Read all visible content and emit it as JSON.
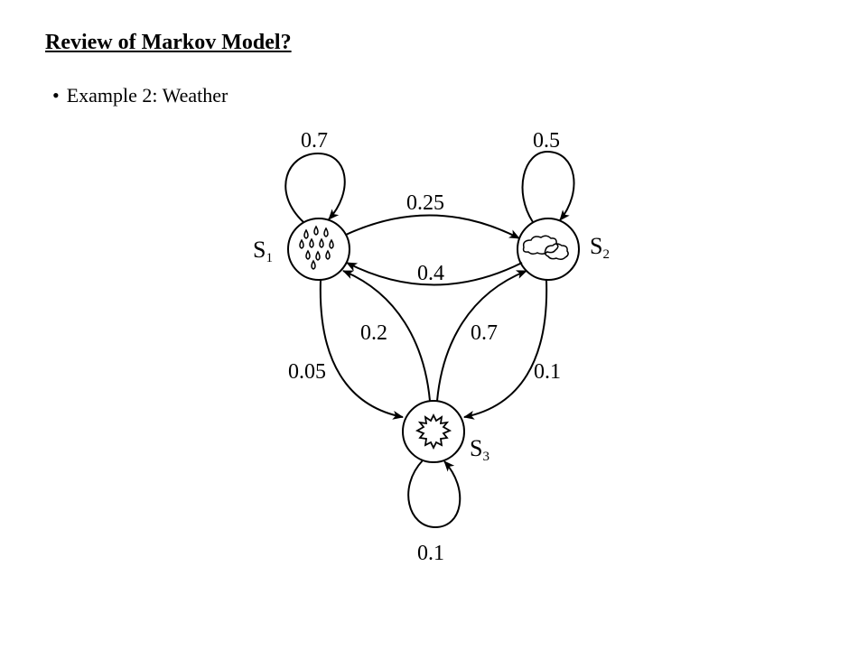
{
  "slide": {
    "title": "Review of Markov Model?",
    "bullet": "Example 2: Weather"
  },
  "diagram": {
    "states": [
      {
        "id": "S1",
        "label": "S",
        "sub": "1",
        "icon": "rain-drops-icon"
      },
      {
        "id": "S2",
        "label": "S",
        "sub": "2",
        "icon": "cloud-icon"
      },
      {
        "id": "S3",
        "label": "S",
        "sub": "3",
        "icon": "sun-icon"
      }
    ],
    "transitions": [
      {
        "from": "S1",
        "to": "S1",
        "p": "0.7"
      },
      {
        "from": "S2",
        "to": "S2",
        "p": "0.5"
      },
      {
        "from": "S1",
        "to": "S2",
        "p": "0.25"
      },
      {
        "from": "S2",
        "to": "S1",
        "p": "0.4"
      },
      {
        "from": "S3",
        "to": "S1",
        "p": "0.2"
      },
      {
        "from": "S3",
        "to": "S2",
        "p": "0.7"
      },
      {
        "from": "S1",
        "to": "S3",
        "p": "0.05"
      },
      {
        "from": "S2",
        "to": "S3",
        "p": "0.1"
      },
      {
        "from": "S3",
        "to": "S3",
        "p": "0.1"
      }
    ]
  }
}
